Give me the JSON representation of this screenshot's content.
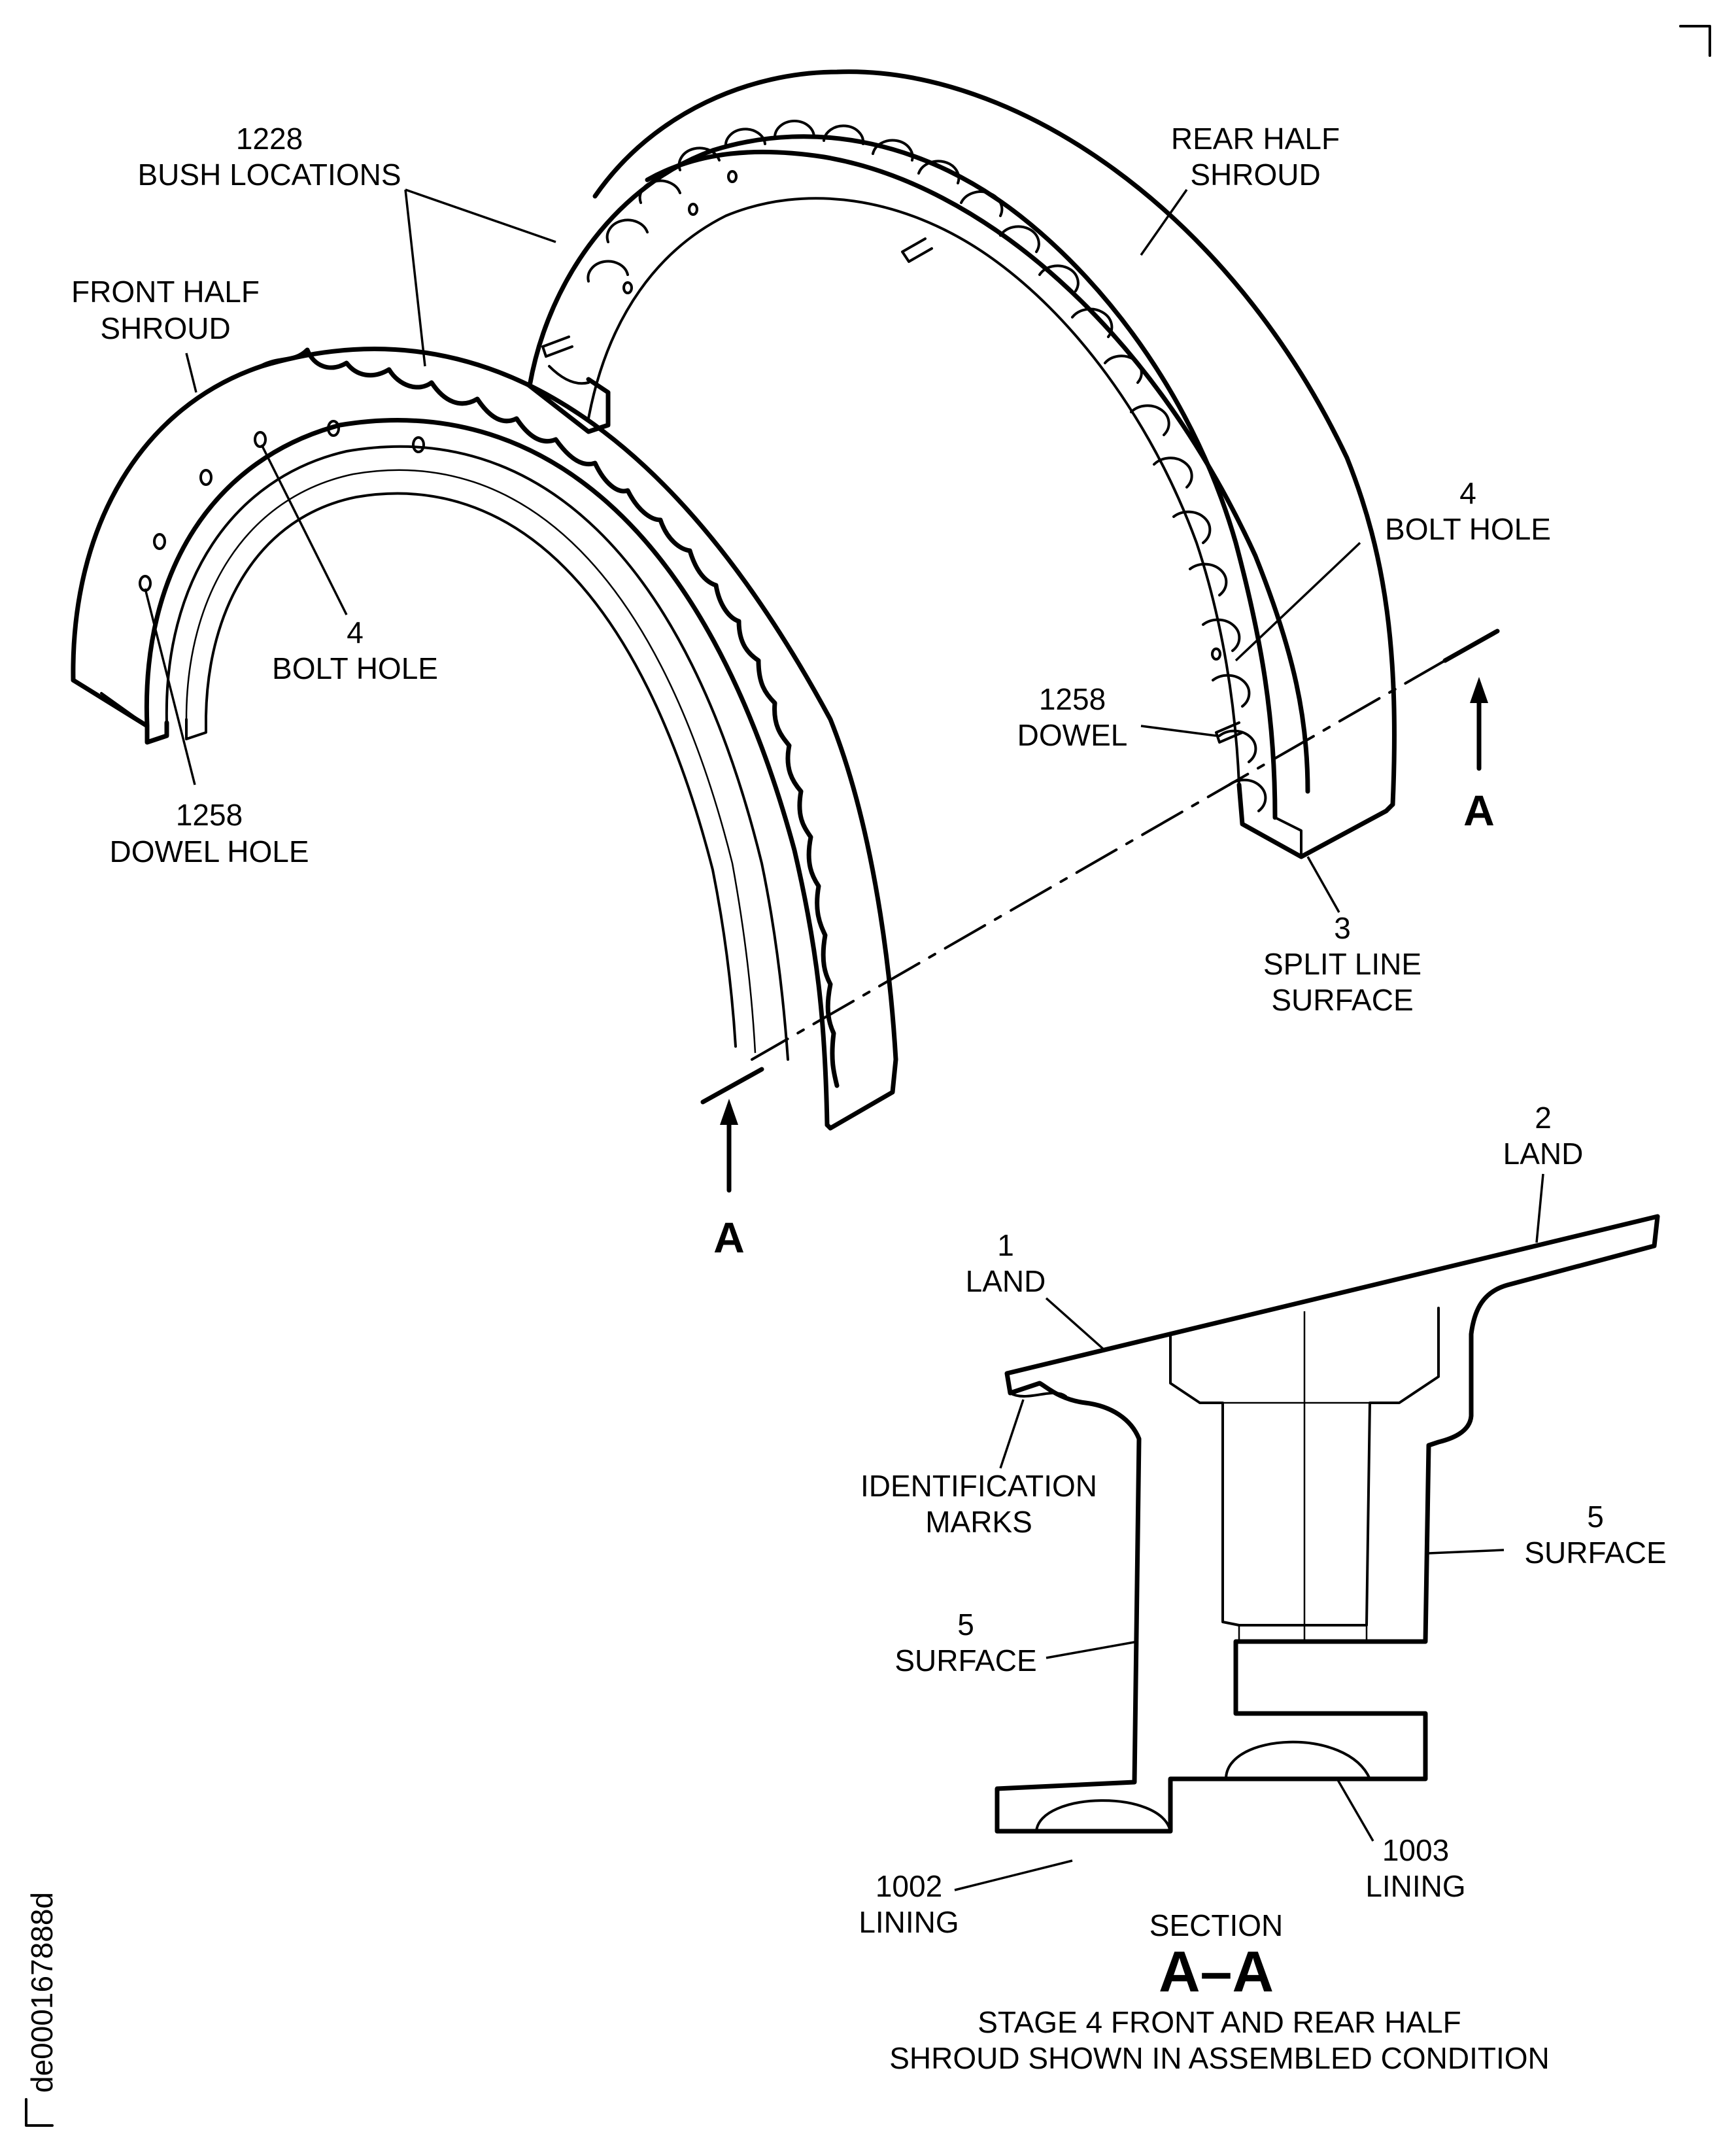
{
  "labels": {
    "bush_locations": [
      "1228",
      "BUSH LOCATIONS"
    ],
    "front_half_shroud": [
      "FRONT HALF",
      "SHROUD"
    ],
    "rear_half_shroud": [
      "REAR HALF",
      "SHROUD"
    ],
    "bolt_hole_front": [
      "4",
      "BOLT HOLE"
    ],
    "bolt_hole_rear": [
      "4",
      "BOLT HOLE"
    ],
    "dowel_hole": [
      "1258",
      "DOWEL HOLE"
    ],
    "dowel": [
      "1258",
      "DOWEL"
    ],
    "split_line_surface": [
      "3",
      "SPLIT LINE",
      "SURFACE"
    ],
    "section_marker_right": "A",
    "section_marker_left": "A",
    "land_1": [
      "1",
      "LAND"
    ],
    "land_2": [
      "2",
      "LAND"
    ],
    "identification_marks": [
      "IDENTIFICATION",
      "MARKS"
    ],
    "surface_right": [
      "5",
      "SURFACE"
    ],
    "surface_left": [
      "5",
      "SURFACE"
    ],
    "lining_1002": [
      "1002",
      "LINING"
    ],
    "lining_1003": [
      "1003",
      "LINING"
    ],
    "section_word": "SECTION",
    "section_id": "A–A",
    "caption": [
      "STAGE 4 FRONT AND REAR HALF",
      "SHROUD SHOWN IN ASSEMBLED CONDITION"
    ],
    "figure_code": "de000167888d"
  }
}
